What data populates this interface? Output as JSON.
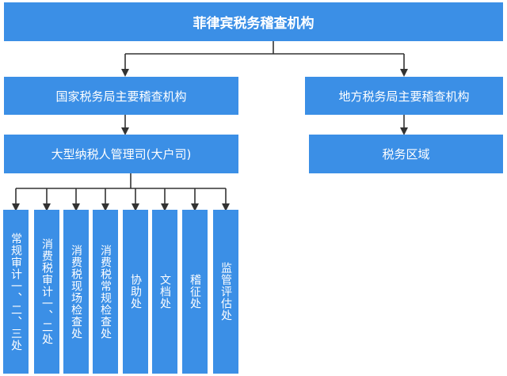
{
  "root": {
    "label": "菲律宾税务稽查机构"
  },
  "national": {
    "label": "国家税务局主要稽查机构"
  },
  "local": {
    "label": "地方税务局主要稽查机构"
  },
  "large_taxpayer": {
    "label": "大型纳税人管理司(大户司)"
  },
  "tax_region": {
    "label": "税务区域"
  },
  "divisions": [
    {
      "label": "常规审计一、二、三处"
    },
    {
      "label": "消费税审计一、二处"
    },
    {
      "label": "消费税现场检查处"
    },
    {
      "label": "消费税常规检查处"
    },
    {
      "label": "协助处"
    },
    {
      "label": "文档处"
    },
    {
      "label": "稽征处"
    },
    {
      "label": "监管评估处"
    }
  ],
  "colors": {
    "box": "#3b8fe6",
    "line": "#333333",
    "text": "#ffffff"
  }
}
